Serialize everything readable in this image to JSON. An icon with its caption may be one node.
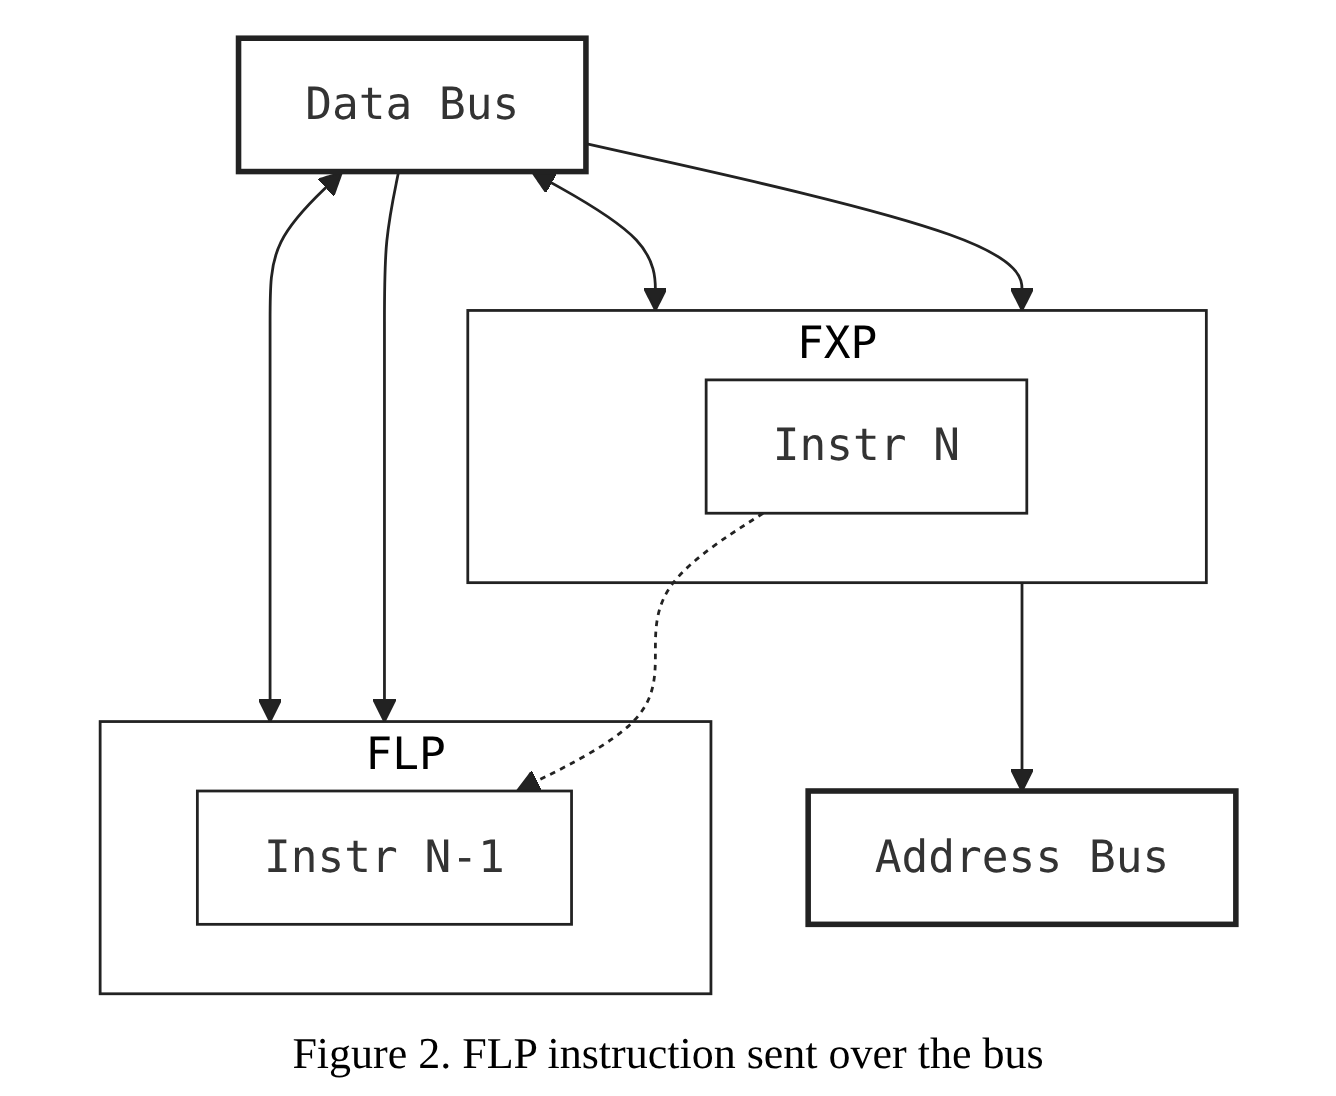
{
  "diagram": {
    "caption": "Figure 2. FLP instruction sent over the bus",
    "nodes": [
      {
        "text": [
          "Address Bus"
        ]
      },
      {
        "text": [
          "Data Bus"
        ]
      },
      {
        "text": [
          "FXP"
        ]
      },
      {
        "text": [
          "Instr N"
        ],
        "in": 2
      },
      {
        "text": [
          "FLP"
        ]
      },
      {
        "text": [
          "Instr N-1"
        ],
        "in": 4
      }
    ],
    "edges": [
      {
        "from": 2,
        "to": 0,
        "arrow": "to"
      },
      {
        "from": 1,
        "to": 2,
        "arrow": "to"
      },
      {
        "from": 1,
        "to": 2,
        "arrow": "both"
      },
      {
        "from": 3,
        "to": 5,
        "arrow": "to",
        "style": "dashed"
      },
      {
        "from": 1,
        "to": 4,
        "arrow": "to"
      },
      {
        "from": 1,
        "to": 4,
        "arrow": "both"
      }
    ]
  }
}
